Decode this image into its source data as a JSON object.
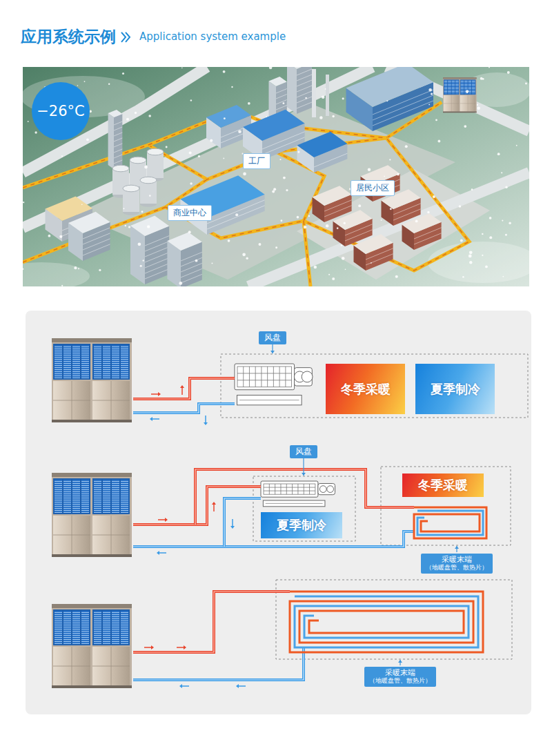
{
  "diagram": {
    "title": "应用系统示例",
    "nodes": [
      {
        "text": [
          "−26°C"
        ]
      },
      {
        "text": [
          "工厂"
        ]
      },
      {
        "text": [
          "商业中心"
        ]
      },
      {
        "text": [
          "居民小区"
        ]
      },
      {
        "text": [
          "风盘"
        ]
      },
      {
        "text": [
          "冬季采暖"
        ]
      },
      {
        "text": [
          "夏季制冷"
        ]
      },
      {
        "text": [
          "风盘"
        ]
      },
      {
        "text": [
          "冬季采暖"
        ]
      },
      {
        "text": [
          "夏季制冷"
        ]
      },
      {
        "text": [
          "采暖末端",
          "（地暖盘管、散热片）"
        ]
      },
      {
        "text": [
          "采暖末端",
          "（地暖盘管、散热片）"
        ]
      }
    ],
    "labels": [
      "Application system example"
    ]
  }
}
